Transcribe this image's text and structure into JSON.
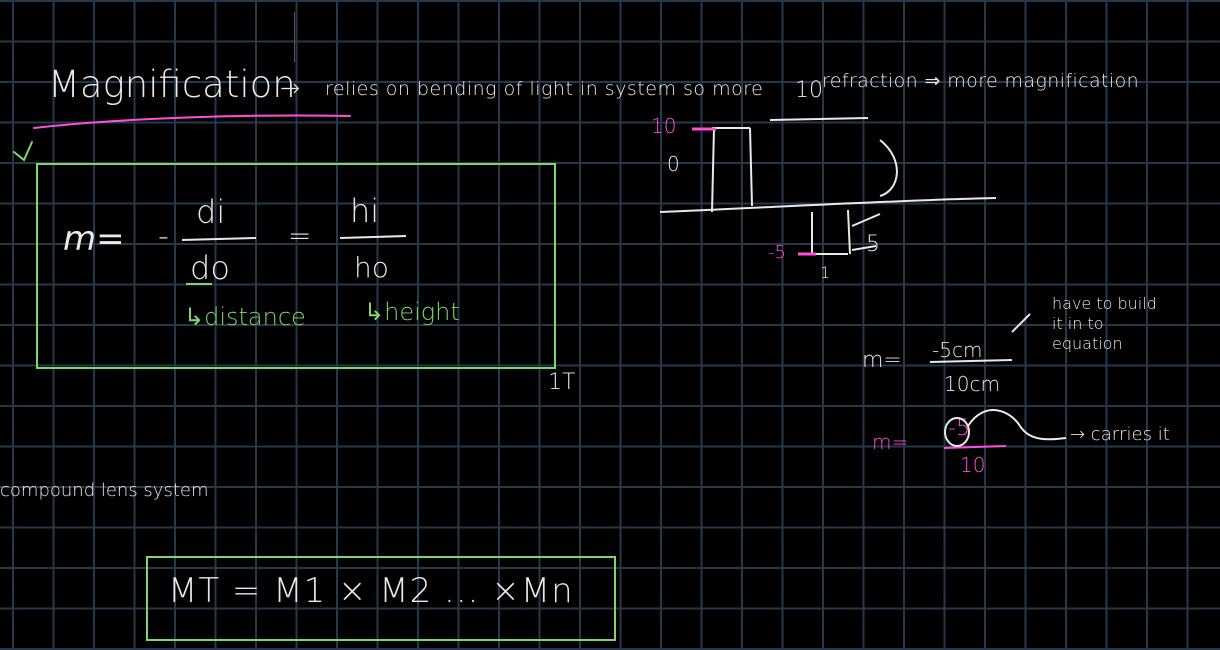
{
  "title": {
    "heading": "Magnification",
    "arrow": "→",
    "description": "relies on bending of light in system so more",
    "superscript": "10",
    "continued": "refraction ⇒ more magnification"
  },
  "main_formula": {
    "lhs": "m=",
    "minus": "-",
    "numerator": "di",
    "denominator": "do",
    "equals": "=",
    "rhs_numerator": "hi",
    "rhs_denominator": "ho",
    "label_distance": "↳distance",
    "label_height": "↳height",
    "corner_mark": "1T"
  },
  "diagram": {
    "label_object_height": "10",
    "label_origin": "0",
    "label_image_neg": "-5",
    "label_image_pos": "5",
    "label_small": "1"
  },
  "example": {
    "m_label": "m=",
    "numerator": "-5cm",
    "denominator": "10cm",
    "note": "have to build it in to equation",
    "m_label_2": "m=",
    "numerator_2": "-5",
    "denominator_2": "10",
    "arrow_note": "→ carries it"
  },
  "compound": {
    "heading": "compound lens system",
    "formula": "MT = M1 × M2 ... ×Mn"
  }
}
